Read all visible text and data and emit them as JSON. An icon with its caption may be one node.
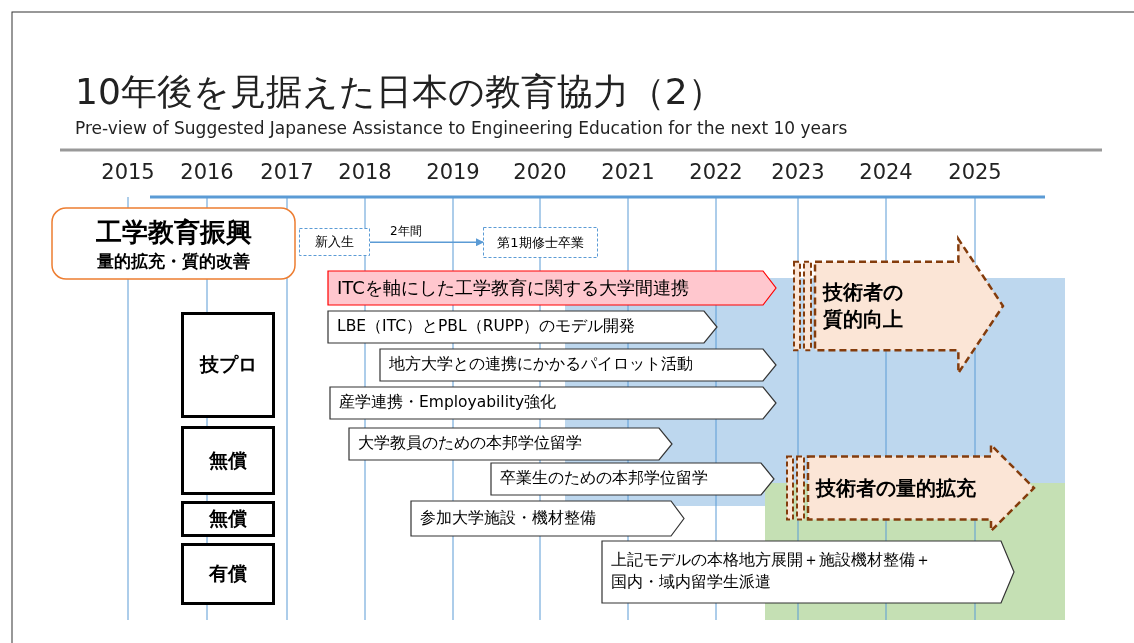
{
  "diagram": {
    "title": "10年後を見据えた日本の教育協力（2）",
    "nodes": [
      {
        "text": [
          "工学教育振興",
          "量的拡充・質的改善"
        ]
      },
      {
        "text": [
          "新入生"
        ]
      },
      {
        "text": [
          "第1期修士卒業"
        ]
      },
      {
        "text": [
          "ITCを軸にした工学教育に関する大学間連携"
        ]
      },
      {
        "text": [
          "LBE（ITC）とPBL（RUPP）のモデル開発"
        ]
      },
      {
        "text": [
          "地方大学との連携にかかるパイロット活動"
        ]
      },
      {
        "text": [
          "産学連携・Employability強化"
        ]
      },
      {
        "text": [
          "大学教員のための本邦学位留学"
        ]
      },
      {
        "text": [
          "卒業生のための本邦学位留学"
        ]
      },
      {
        "text": [
          "参加大学施設・機材整備"
        ]
      },
      {
        "text": [
          "上記モデルの本格地方展開＋施設機材整備＋国内・域内留学生派遣"
        ]
      },
      {
        "text": [
          "技プロ"
        ]
      },
      {
        "text": [
          "無償"
        ]
      },
      {
        "text": [
          "無償"
        ]
      },
      {
        "text": [
          "有償"
        ]
      },
      {
        "text": [
          "技術者の質的向上"
        ]
      },
      {
        "text": [
          "技術者の量的拡充"
        ]
      }
    ],
    "edges": [
      {
        "from": 1,
        "to": 2,
        "arrow": "to",
        "label": "2年間"
      }
    ],
    "labels": [
      "Pre-view of Suggested Japanese Assistance to Engineering Education for the next 10 years",
      "2015",
      "2016",
      "2017",
      "2018",
      "2019",
      "2020",
      "2021",
      "2022",
      "2023",
      "2024",
      "2025"
    ]
  }
}
